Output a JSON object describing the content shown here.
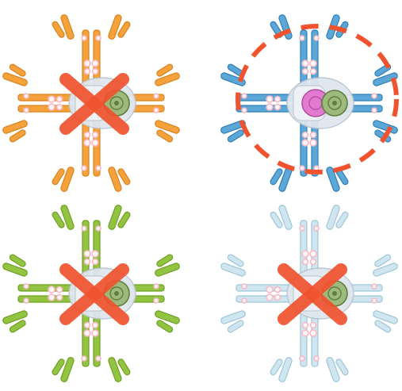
{
  "diagram": {
    "description_note": "",
    "panels": [
      {
        "id": "orange",
        "arm_color": "#f5a23c",
        "arm_outline": "#d9831f",
        "status": "crossed",
        "mark_color": "#f0532e"
      },
      {
        "id": "blue",
        "arm_color": "#5aa7d8",
        "arm_outline": "#2f7fb8",
        "status": "circled",
        "mark_color": "#f0532e",
        "center_extra_color": "#e27bd0"
      },
      {
        "id": "green",
        "arm_color": "#92c441",
        "arm_outline": "#6fa024",
        "status": "crossed",
        "mark_color": "#f0532e"
      },
      {
        "id": "pale-blue",
        "arm_color": "#cfe6f1",
        "arm_outline": "#9fc6d8",
        "status": "crossed",
        "mark_color": "#f0532e"
      }
    ],
    "common_colors": {
      "hinge_ring": "#f7b8c4",
      "core_halo": "#dfe6ee",
      "core_halo_outline": "#b9c4d0",
      "core_module": "#9db97c",
      "core_module_outline": "#5f7d3f"
    }
  }
}
